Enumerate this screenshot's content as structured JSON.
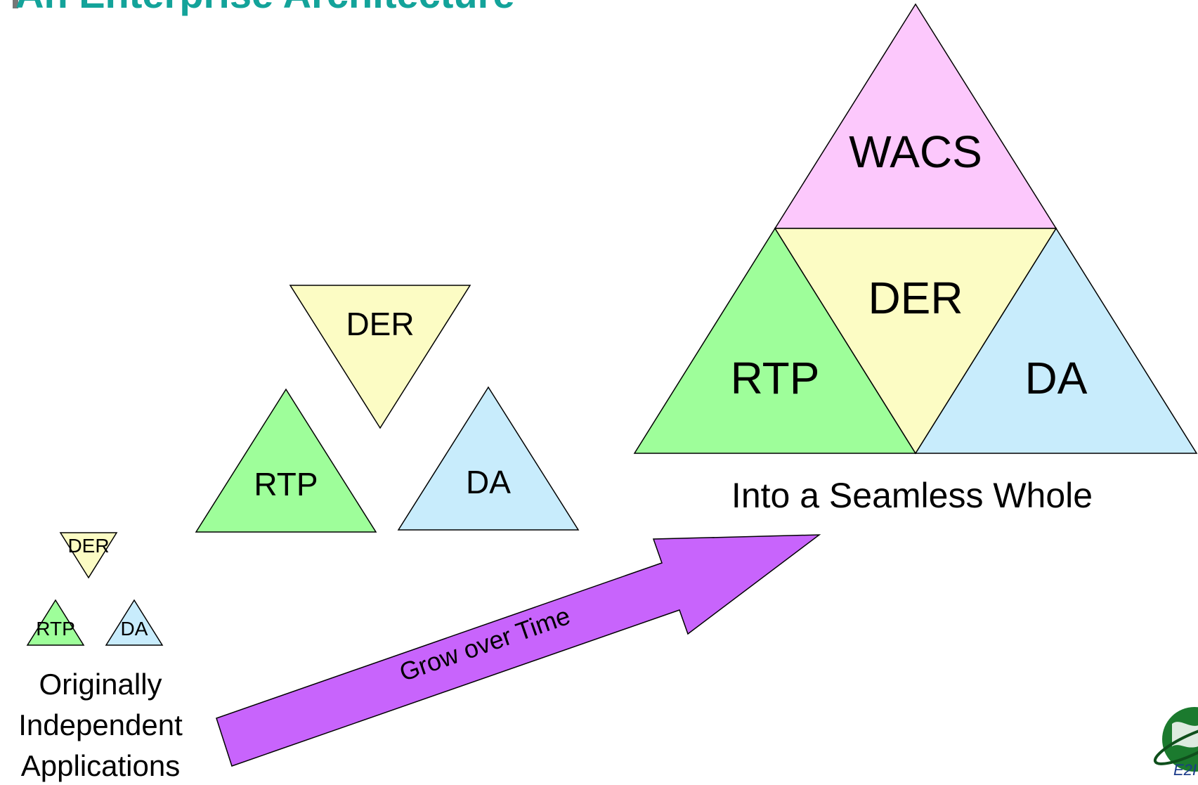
{
  "title": "An Enterprise Architecture",
  "colors": {
    "der": "#fcfcc4",
    "rtp": "#9efe9a",
    "da": "#c8ecfc",
    "wacs": "#fcc8fc",
    "arrow": "#c864fc",
    "title": "#13a39a"
  },
  "small_group": {
    "der": "DER",
    "rtp": "RTP",
    "da": "DA",
    "caption_line1": "Originally",
    "caption_line2": "Independent",
    "caption_line3": "Applications"
  },
  "medium_group": {
    "der": "DER",
    "rtp": "RTP",
    "da": "DA"
  },
  "large_group": {
    "wacs": "WACS",
    "der": "DER",
    "rtp": "RTP",
    "da": "DA",
    "caption": "Into a Seamless Whole"
  },
  "arrow": {
    "label": "Grow over Time"
  },
  "logo": {
    "icon": "globe-logo-icon"
  }
}
